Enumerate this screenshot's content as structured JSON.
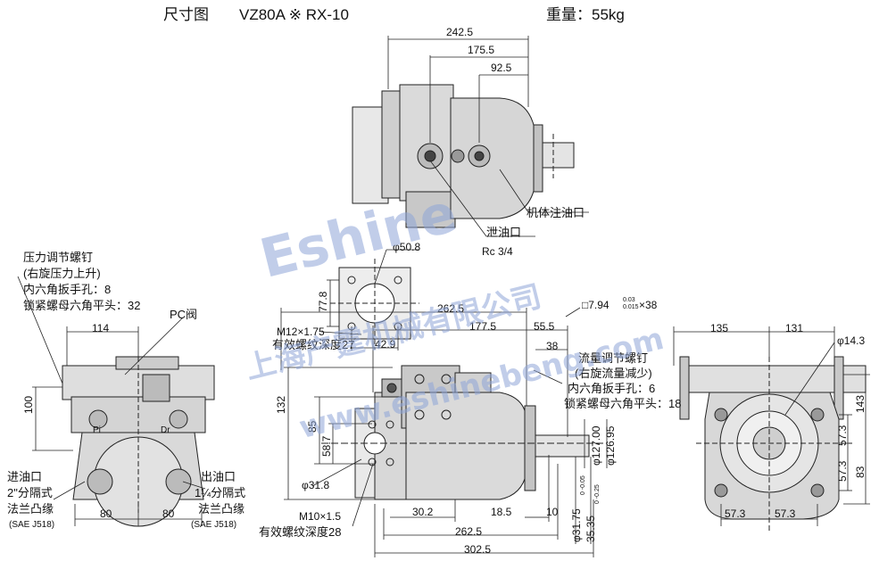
{
  "header": {
    "title_label": "尺寸图",
    "model": "VZ80A ※ RX-10",
    "weight": "重量：55kg"
  },
  "top_view": {
    "dims": [
      "242.5",
      "175.5",
      "92.5"
    ],
    "port_body": "机体注油口",
    "port_drain": "泄油口",
    "drain_thread": "Rc 3/4"
  },
  "left_callouts": {
    "pressure_screw": [
      "压力调节螺钉",
      "(右旋压力上升)",
      "内六角扳手孔：8",
      "锁紧螺母六角平头：32"
    ],
    "pc_valve": "PC阀",
    "inlet": [
      "进油口",
      "2\"分隔式",
      "法兰凸缘",
      "(SAE J518)"
    ],
    "outlet": [
      "出油口",
      "1¼分隔式",
      "法兰凸缘",
      "(SAE J518)"
    ]
  },
  "left_view": {
    "dims": [
      "114",
      "100",
      "80",
      "80"
    ],
    "tags": [
      "Pi",
      "Dr"
    ]
  },
  "flange_detail": {
    "dims": [
      "φ50.8",
      "77.8"
    ],
    "thread_1": "M12×1.75",
    "thread_1_depth": "有效螺纹深度27",
    "offset": "42.9"
  },
  "main_view": {
    "dims": [
      "262.5",
      "177.5",
      "55.5",
      "38",
      "132",
      "85",
      "58.7",
      "φ31.8",
      "30.2",
      "262.5",
      "18.5",
      "10",
      "302.5",
      "φ127.00",
      "φ126.95"
    ],
    "thread_2": "M10×1.5",
    "thread_2_depth": "有效螺纹深度28",
    "key": "□7.94",
    "key_tol_upper": "0.03",
    "key_tol_lower": "0.015",
    "key_len": "×38",
    "shaft": "φ31.75",
    "shaft_tol": "0 -0.05",
    "shaft_2": "35.35",
    "shaft_2_tol": "0 -0.25"
  },
  "flow_callout": [
    "流量调节螺钉",
    "(右旋流量减少)",
    "内六角扳手孔：6",
    "锁紧螺母六角平头：18"
  ],
  "right_view": {
    "dims": [
      "135",
      "131",
      "φ14.3",
      "143",
      "57.3",
      "57.3",
      "83",
      "57.3",
      "57.3"
    ]
  },
  "watermark": {
    "brand": "Eshine",
    "company": "上海产霆机械有限公司",
    "url": "www.eshinebeng.com"
  }
}
